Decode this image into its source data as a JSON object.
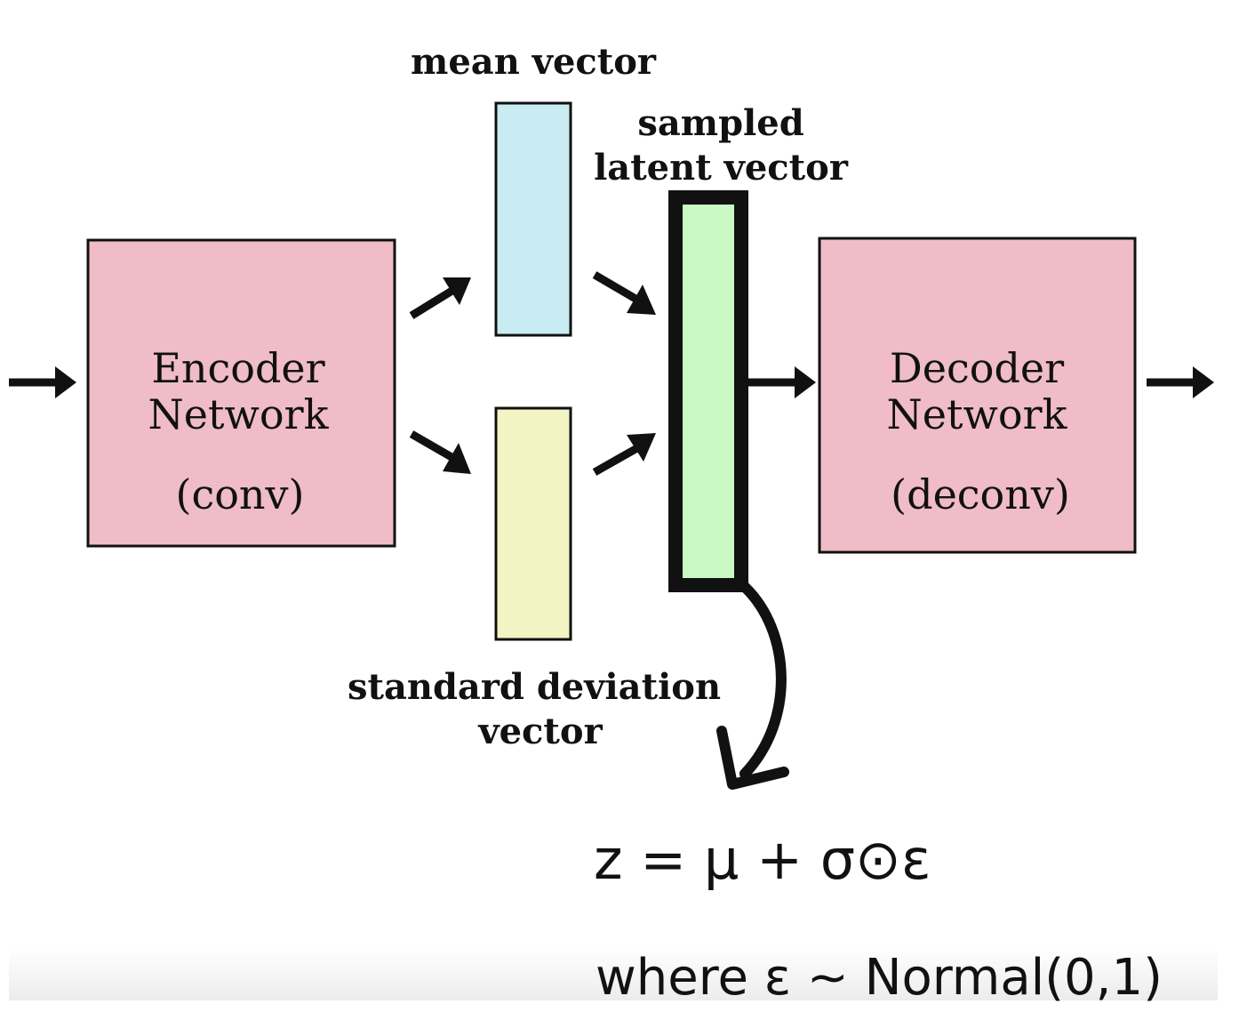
{
  "labels": {
    "mean": "mean vector",
    "sampled_line1": "sampled",
    "sampled_line2": "latent vector",
    "std_line1": "standard deviation",
    "std_line2": "vector"
  },
  "encoder": {
    "line1": "Encoder",
    "line2": "Network",
    "line3": "(conv)"
  },
  "decoder": {
    "line1": "Decoder",
    "line2": "Network",
    "line3": "(deconv)"
  },
  "equations": {
    "sampling": "z = μ + σ⊙ε",
    "noise": "where ε ~ Normal(0,1)"
  },
  "colors": {
    "network_box": "#efbcc8",
    "mean_vector": "#c8ecf1",
    "std_vector": "#f3f4c4",
    "latent_vector": "#c9f8c5",
    "stroke": "#111111"
  }
}
